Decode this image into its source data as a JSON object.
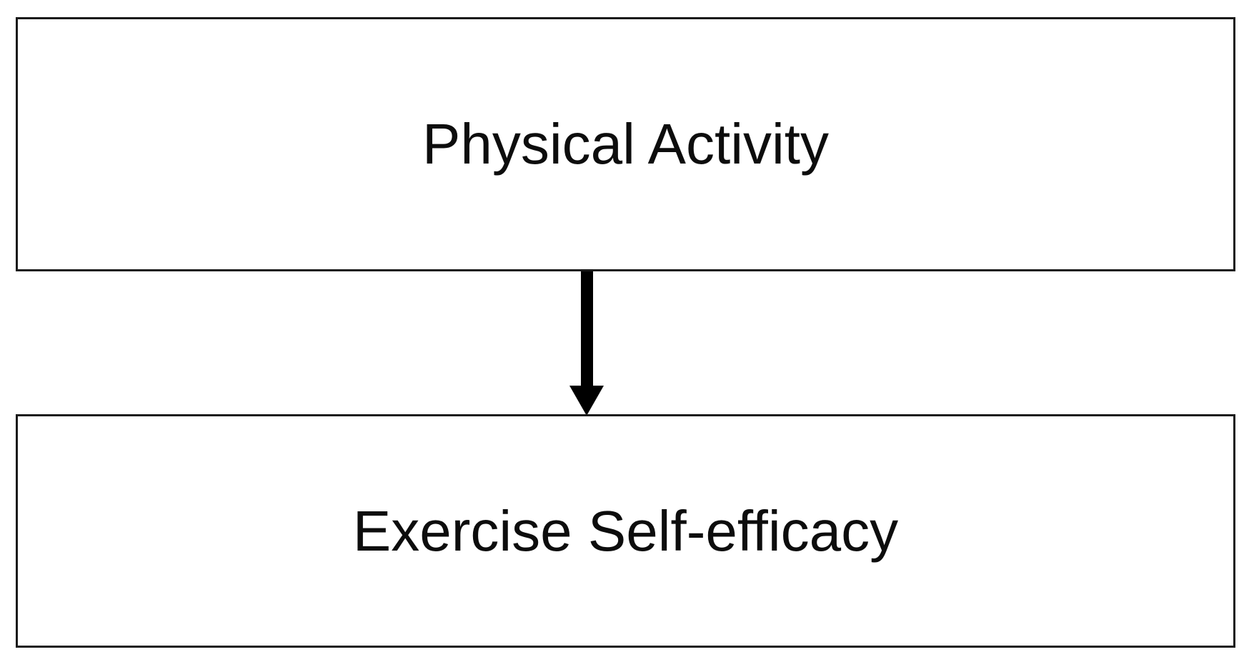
{
  "figure": {
    "type": "flow-diagram",
    "background_color": "#ffffff",
    "box_border_color": "#1a1a1a",
    "text_color": "#0d0d0d",
    "arrow_color": "#000000",
    "nodes": [
      {
        "id": "physical-activity",
        "label": "Physical Activity"
      },
      {
        "id": "exercise-self-efficacy",
        "label": "Exercise Self-efficacy"
      }
    ],
    "connectors": [
      {
        "type": "arrow",
        "direction": "down",
        "from": "physical-activity",
        "to": "exercise-self-efficacy"
      }
    ]
  }
}
